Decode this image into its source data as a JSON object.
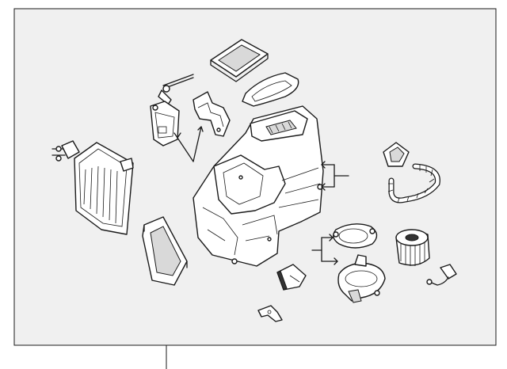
{
  "diagram": {
    "background": "#f0f0f0",
    "line_color": "#1a1a1a",
    "parts": [
      "heater-core",
      "filter-frame",
      "heater-case-assembly",
      "duct-top",
      "duct-upper",
      "actuator",
      "bracket",
      "link-rod",
      "motor-housing",
      "blower-motor",
      "blower-fan",
      "resistor",
      "clip",
      "hose",
      "grommet",
      "small-connector"
    ]
  }
}
